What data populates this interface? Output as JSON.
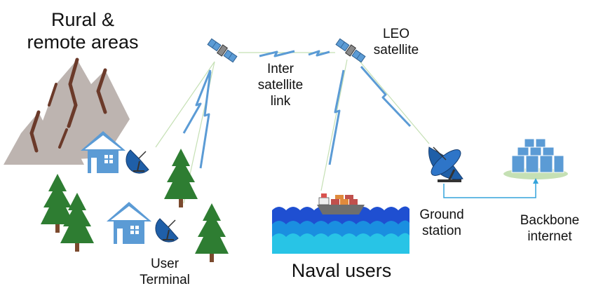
{
  "labels": {
    "rural_areas": "Rural &\nremote areas",
    "leo_satellite": "LEO\nsatellite",
    "inter_satellite_link": "Inter\nsatellite\nlink",
    "ground_station": "Ground\nstation",
    "backbone_internet": "Backbone\ninternet",
    "user_terminal": "User\nTerminal",
    "naval_users": "Naval users"
  },
  "colors": {
    "signal_blue": "#5b9bd5",
    "beam_green": "#c5e0b4",
    "house_blue": "#5b9bd5",
    "tree_green": "#2e7d32",
    "trunk_brown": "#7b4a2e",
    "mountain_grey": "#bdb4b0",
    "mountain_brown": "#6b3a2a",
    "sea_dark": "#1f4fd1",
    "sea_mid": "#1a8fe0",
    "sea_light": "#28c4e6",
    "ship_hull": "#6e6e6e",
    "cable_blue": "#33a3dc"
  },
  "icons": [
    "satellite-icon",
    "mountain-icon",
    "house-icon",
    "tree-icon",
    "dish-icon",
    "ship-icon",
    "waves-icon",
    "ground-station-icon",
    "server-icon",
    "lightning-icon"
  ]
}
